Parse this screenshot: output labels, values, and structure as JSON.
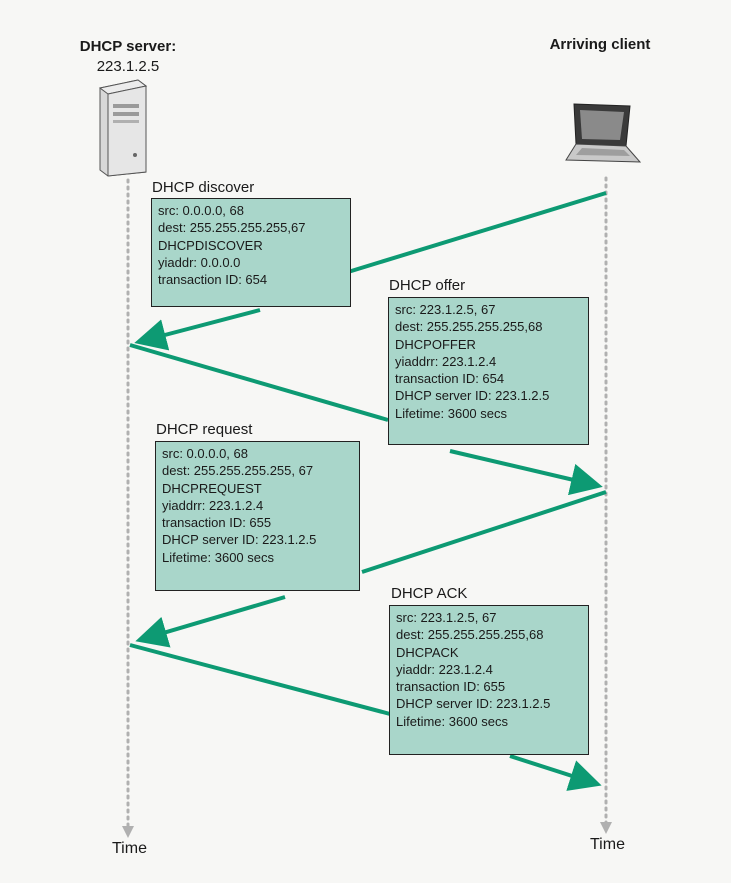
{
  "server": {
    "label": "DHCP server:",
    "address": "223.1.2.5"
  },
  "client": {
    "label": "Arriving client"
  },
  "time_label": "Time",
  "messages": [
    {
      "title": "DHCP discover",
      "lines": [
        "src: 0.0.0.0, 68",
        "dest: 255.255.255.255,67",
        "DHCPDISCOVER",
        "yiaddr: 0.0.0.0",
        "transaction ID: 654"
      ]
    },
    {
      "title": "DHCP offer",
      "lines": [
        "src: 223.1.2.5, 67",
        "dest: 255.255.255.255,68",
        "DHCPOFFER",
        "yiaddrr: 223.1.2.4",
        "transaction ID: 654",
        "DHCP server ID: 223.1.2.5",
        "Lifetime: 3600 secs"
      ]
    },
    {
      "title": "DHCP request",
      "lines": [
        "src: 0.0.0.0, 68",
        "dest: 255.255.255.255, 67",
        "DHCPREQUEST",
        "yiaddrr: 223.1.2.4",
        "transaction ID: 655",
        "DHCP server ID: 223.1.2.5",
        "Lifetime: 3600 secs"
      ]
    },
    {
      "title": "DHCP ACK",
      "lines": [
        "src: 223.1.2.5, 67",
        "dest: 255.255.255.255,68",
        "DHCPACK",
        "yiaddr: 223.1.2.4",
        "transaction ID: 655",
        "DHCP server ID: 223.1.2.5",
        "Lifetime: 3600 secs"
      ]
    }
  ],
  "colors": {
    "arrow": "#0d9a73",
    "box_fill": "#a9d6ca",
    "timeline": "#b0b0b0"
  }
}
